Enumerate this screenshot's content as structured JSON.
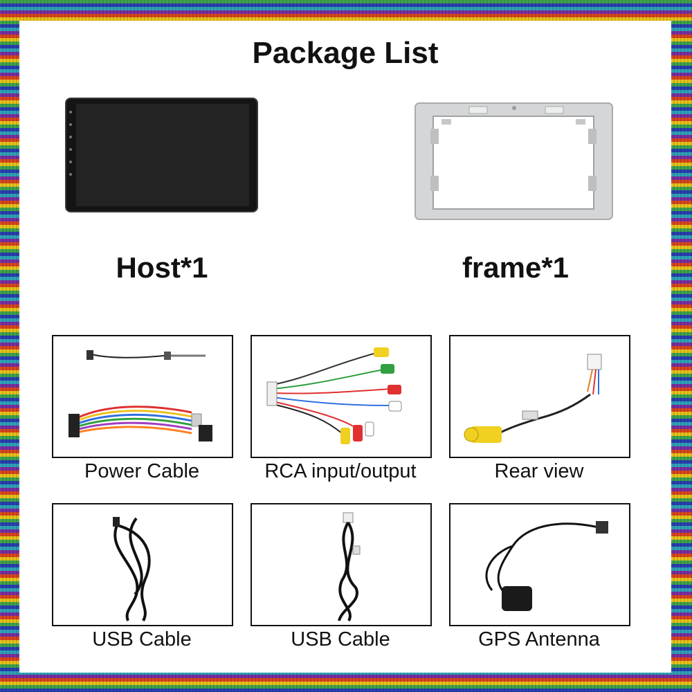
{
  "title": "Package List",
  "host": {
    "label": "Host*1"
  },
  "frame": {
    "label": "frame*1"
  },
  "accessories": [
    {
      "label": "Power Cable"
    },
    {
      "label": "RCA input/output"
    },
    {
      "label": "Rear view"
    },
    {
      "label": "USB Cable"
    },
    {
      "label": "USB Cable"
    },
    {
      "label": "GPS Antenna"
    }
  ]
}
